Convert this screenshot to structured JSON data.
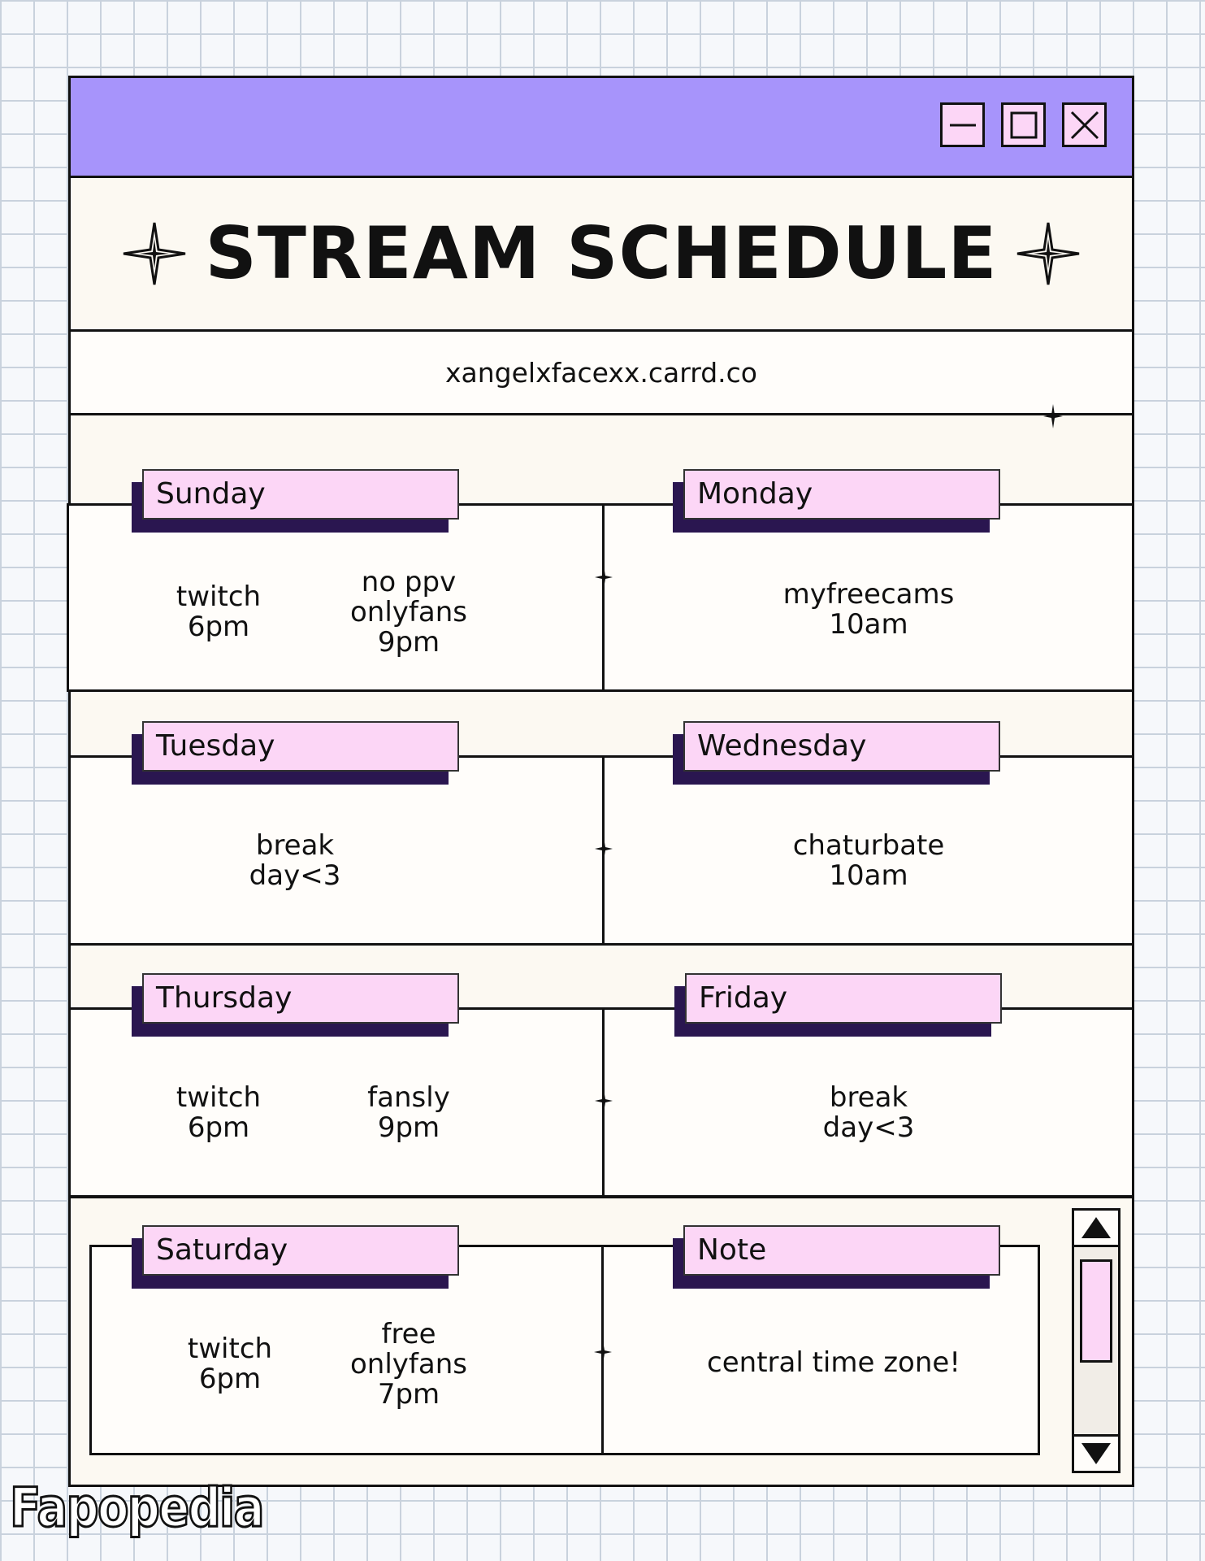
{
  "window": {
    "buttons": {
      "minimize": "minimize-icon",
      "maximize": "maximize-icon",
      "close": "close-icon"
    },
    "accent_color": "#a794fb",
    "tag_color": "#fcd6f6",
    "tag_shadow_color": "#2a1650"
  },
  "heading": {
    "title": "STREAM SCHEDULE",
    "icon": "sparkle-icon"
  },
  "url": "xangelxfacexx.carrd.co",
  "days": {
    "sunday": {
      "label": "Sunday",
      "col1": [
        "twitch",
        "6pm"
      ],
      "col2": [
        "no ppv",
        "onlyfans",
        "9pm"
      ]
    },
    "monday": {
      "label": "Monday",
      "text": [
        "myfreecams",
        "10am"
      ]
    },
    "tuesday": {
      "label": "Tuesday",
      "text": [
        "break",
        "day<3"
      ]
    },
    "wednesday": {
      "label": "Wednesday",
      "text": [
        "chaturbate",
        "10am"
      ]
    },
    "thursday": {
      "label": "Thursday",
      "col1": [
        "twitch",
        "6pm"
      ],
      "col2": [
        "fansly",
        "9pm"
      ]
    },
    "friday": {
      "label": "Friday",
      "text": [
        "break",
        "day<3"
      ]
    },
    "saturday": {
      "label": "Saturday",
      "col1": [
        "twitch",
        "6pm"
      ],
      "col2": [
        "free",
        "onlyfans",
        "7pm"
      ]
    },
    "note": {
      "label": "Note",
      "text": [
        "central time zone!"
      ]
    }
  },
  "scrollbar": {
    "up": "arrow-up-icon",
    "down": "arrow-down-icon"
  },
  "watermark": "Fapopedia"
}
